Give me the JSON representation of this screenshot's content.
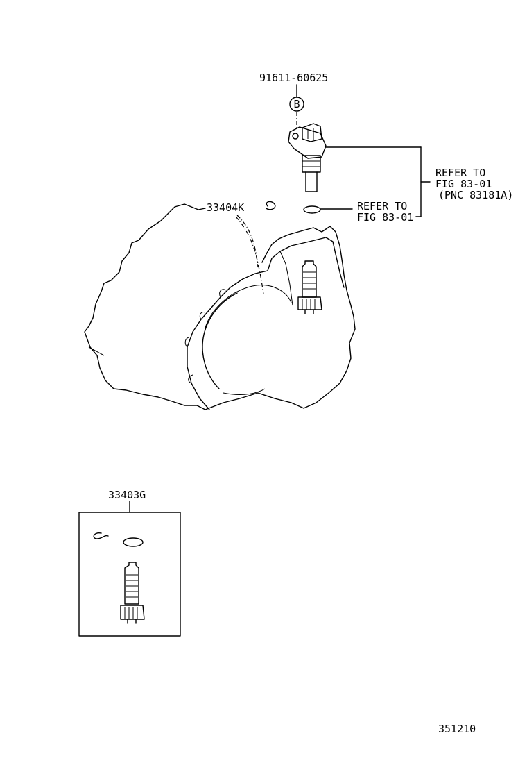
{
  "parts": {
    "bolt": "91611-60625",
    "bolt_marker": "B",
    "clip": "33404K",
    "kit": "33403G"
  },
  "refs": {
    "sensor_line1": "REFER TO",
    "sensor_line2": "FIG 83-01",
    "sensor_line3": "(PNC 83181A)",
    "oring_line1": "REFER TO",
    "oring_line2": "FIG 83-01"
  },
  "figure_number": "351210"
}
